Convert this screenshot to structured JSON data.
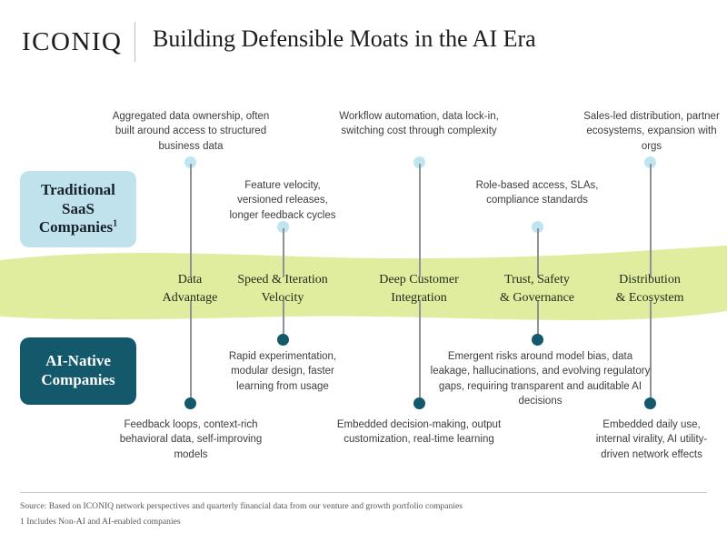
{
  "header": {
    "logo": "ICONIQ",
    "title": "Building Defensible Moats in the AI Era"
  },
  "categories": {
    "traditional": {
      "line1": "Traditional",
      "line2": "SaaS",
      "line3": "Companies",
      "footnote_marker": "1"
    },
    "ai_native": {
      "line1": "AI-Native",
      "line2": "Companies"
    }
  },
  "pillars": [
    {
      "line1": "Data",
      "line2": "Advantage"
    },
    {
      "line1": "Speed & Iteration",
      "line2": "Velocity"
    },
    {
      "line1": "Deep Customer",
      "line2": "Integration"
    },
    {
      "line1": "Trust, Safety",
      "line2": "& Governance"
    },
    {
      "line1": "Distribution",
      "line2": "& Ecosystem"
    }
  ],
  "traditional_annotations": [
    {
      "text": "Aggregated data ownership, often built around access to structured business data"
    },
    {
      "text": "Feature velocity, versioned releases, longer feedback cycles"
    },
    {
      "text": "Workflow automation, data lock-in, switching cost through complexity"
    },
    {
      "text": "Role-based access, SLAs, compliance standards"
    },
    {
      "text": "Sales-led distribution, partner ecosystems, expansion with orgs"
    }
  ],
  "ai_native_annotations": [
    {
      "text": "Feedback loops, context-rich behavioral data, self-improving models"
    },
    {
      "text": "Rapid experimentation, modular design, faster learning from usage"
    },
    {
      "text": "Embedded decision-making, output customization, real-time learning"
    },
    {
      "text": "Emergent risks around model bias, data leakage, hallucinations, and evolving regulatory gaps, requiring transparent and auditable AI decisions"
    },
    {
      "text": "Embedded daily use, internal virality, AI utility-driven network effects"
    }
  ],
  "footnotes": [
    "Source: Based on ICONIQ network perspectives and quarterly financial data from our venture and growth portfolio companies",
    "1 Includes Non-AI and AI-enabled companies"
  ],
  "colors": {
    "band_green": "#e0ec9e",
    "traditional_blue": "#bfe2ec",
    "ai_native_teal": "#13596b",
    "dot_top": "#bfe6f0",
    "dot_bottom": "#13596b",
    "connector_gray": "#8d9296"
  }
}
